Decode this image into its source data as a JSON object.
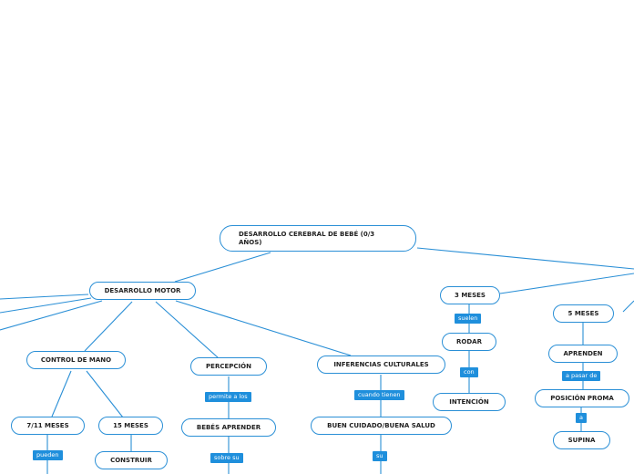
{
  "root": "DESARROLLO CEREBRAL DE BEBÉ (0/3 AÑOS)",
  "nodes": {
    "desarrollo_motor": "DESARROLLO MOTOR",
    "control_de_mano": "CONTROL DE MANO",
    "percepcion": "PERCEPCIÓN",
    "inferencias_culturales": "INFERENCIAS CULTURALES",
    "m7_11": "7/11 MESES",
    "m15": "15 MESES",
    "construir": "CONSTRUIR",
    "bebes_aprender": "BEBÉS APRENDER",
    "buen_cuidado": "BUEN CUIDADO/BUENA SALUD",
    "m3": "3 MESES",
    "rodar": "RODAR",
    "intencion": "INTENCIÓN",
    "m5": "5 MESES",
    "aprenden": "APRENDEN",
    "posicion_proma": "POSICIÓN PROMA",
    "supina": "SUPINA"
  },
  "links": {
    "pueden": "pueden",
    "permite_a_los": "permite a los",
    "sobre_su": "sobre su",
    "cuando_tienen": "cuando tienen",
    "su": "su",
    "suelen": "suelen",
    "con": "con",
    "a_pasar_de": "a pasar de",
    "a": "a"
  },
  "colors": {
    "accent": "#2a8fd6",
    "label_bg": "#1f8fdc"
  }
}
